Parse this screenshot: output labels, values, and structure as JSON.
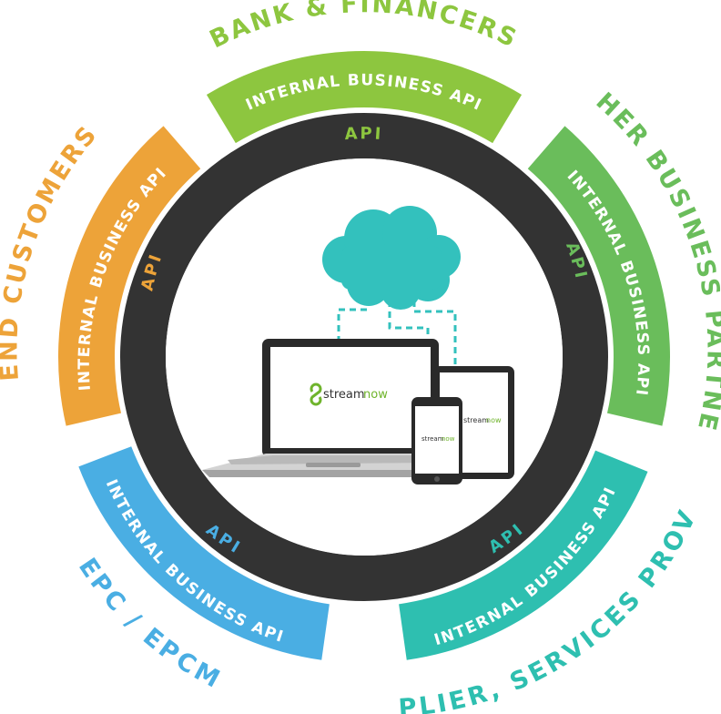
{
  "segments": [
    {
      "id": "bank",
      "label": "INTERNAL BUSINESS API",
      "color": "#8dc63f",
      "api_color": "#8dc63f",
      "outer_label": "BANK & FINANCERS",
      "outer_color": "#8dc63f"
    },
    {
      "id": "partners",
      "label": "INTERNAL BUSINESS API",
      "color": "#6abd5b",
      "api_color": "#6abd5b",
      "outer_label": "OTHER BUSINESS PARTNERS",
      "outer_color": "#6abd5b"
    },
    {
      "id": "supplier",
      "label": "INTERNAL BUSINESS API",
      "color": "#2ebfb0",
      "api_color": "#2ebfb0",
      "outer_label": "SUPPLIER, SERVICES PROVIDER",
      "outer_color": "#2ebfb0"
    },
    {
      "id": "epc",
      "label": "INTERNAL BUSINESS API",
      "color": "#4aaee3",
      "api_color": "#4aaee3",
      "outer_label": "EPC / EPCM",
      "outer_color": "#4aaee3"
    },
    {
      "id": "customers",
      "label": "INTERNAL BUSINESS API",
      "color": "#eda339",
      "api_color": "#eda339",
      "outer_label": "END CUSTOMERS",
      "outer_color": "#eda339"
    }
  ],
  "api_label": "API",
  "ring_color": "#333333",
  "cloud_color": "#33c1bd",
  "brand": {
    "prefix": "stream",
    "suffix": "now",
    "prefix_color": "#333333",
    "suffix_color": "#6fb42c"
  }
}
